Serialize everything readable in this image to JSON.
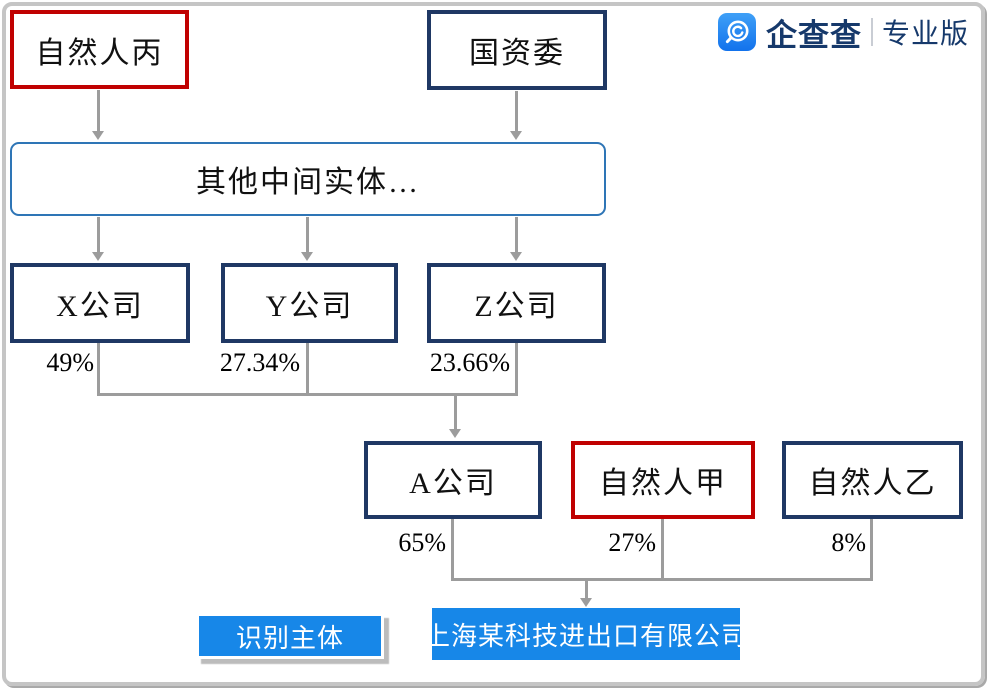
{
  "brand": {
    "name": "企查查",
    "edition": "专业版",
    "icon": "qichacha-logo-icon",
    "colors": {
      "icon_blue": "#1b82f2",
      "text_navy": "#16396b"
    }
  },
  "nodes": {
    "personC": {
      "label": "自然人丙"
    },
    "sasac": {
      "label": "国资委"
    },
    "intermediate": {
      "label": "其他中间实体…"
    },
    "companyX": {
      "label": "X公司"
    },
    "companyY": {
      "label": "Y公司"
    },
    "companyZ": {
      "label": "Z公司"
    },
    "companyA": {
      "label": "A公司"
    },
    "personA": {
      "label": "自然人甲"
    },
    "personB": {
      "label": "自然人乙"
    },
    "legend": {
      "label": "识别主体"
    },
    "target": {
      "label": "上海某科技进出口有限公司"
    }
  },
  "shares": {
    "xToA": "49%",
    "yToA": "27.34%",
    "zToA": "23.66%",
    "aToTarget": "65%",
    "personAToTarget": "27%",
    "personBToTarget": "8%"
  },
  "colors": {
    "red_border": "#c00000",
    "navy_border": "#1f3864",
    "lightblue_border": "#2e75b6",
    "fill_blue": "#1787e8",
    "line_gray": "#9c9c9c",
    "frame_gray": "#c5c5c5"
  }
}
